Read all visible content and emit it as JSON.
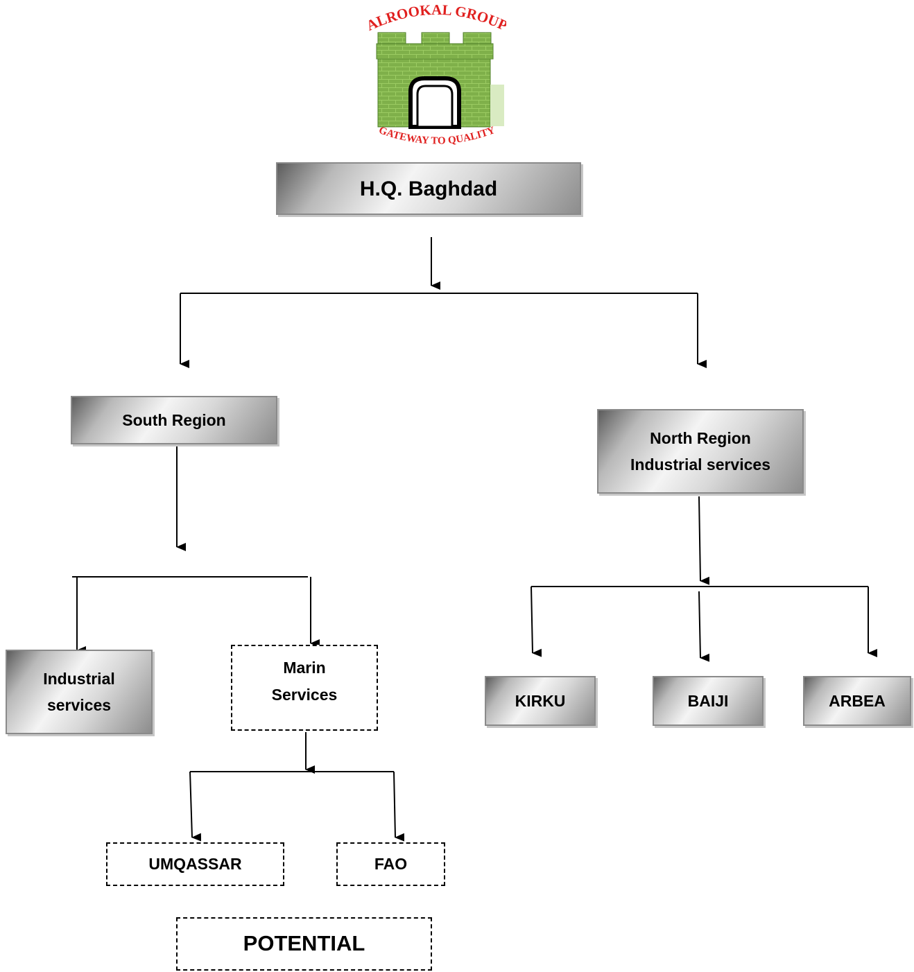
{
  "logo": {
    "top_text": "ALROOKAL GROUP",
    "bottom_text": "GATEWAY TO QUALITY",
    "colors": {
      "text": "#e0201f",
      "brick": "#7fb04a",
      "brick_dark": "#4f7f2a",
      "mortar": "#9ccc63"
    }
  },
  "nodes": {
    "hq": "H.Q. Baghdad",
    "south": "South Region",
    "north_line1": "North Region",
    "north_line2": "Industrial services",
    "industrial_line1": "Industrial",
    "industrial_line2": "services",
    "marin_line1": "Marin",
    "marin_line2": "Services",
    "kirku": "KIRKU",
    "baiji": "BAIJI",
    "arbea": "ARBEA",
    "umqassar": "UMQASSAR",
    "fao": "FAO",
    "potential": "POTENTIAL"
  }
}
